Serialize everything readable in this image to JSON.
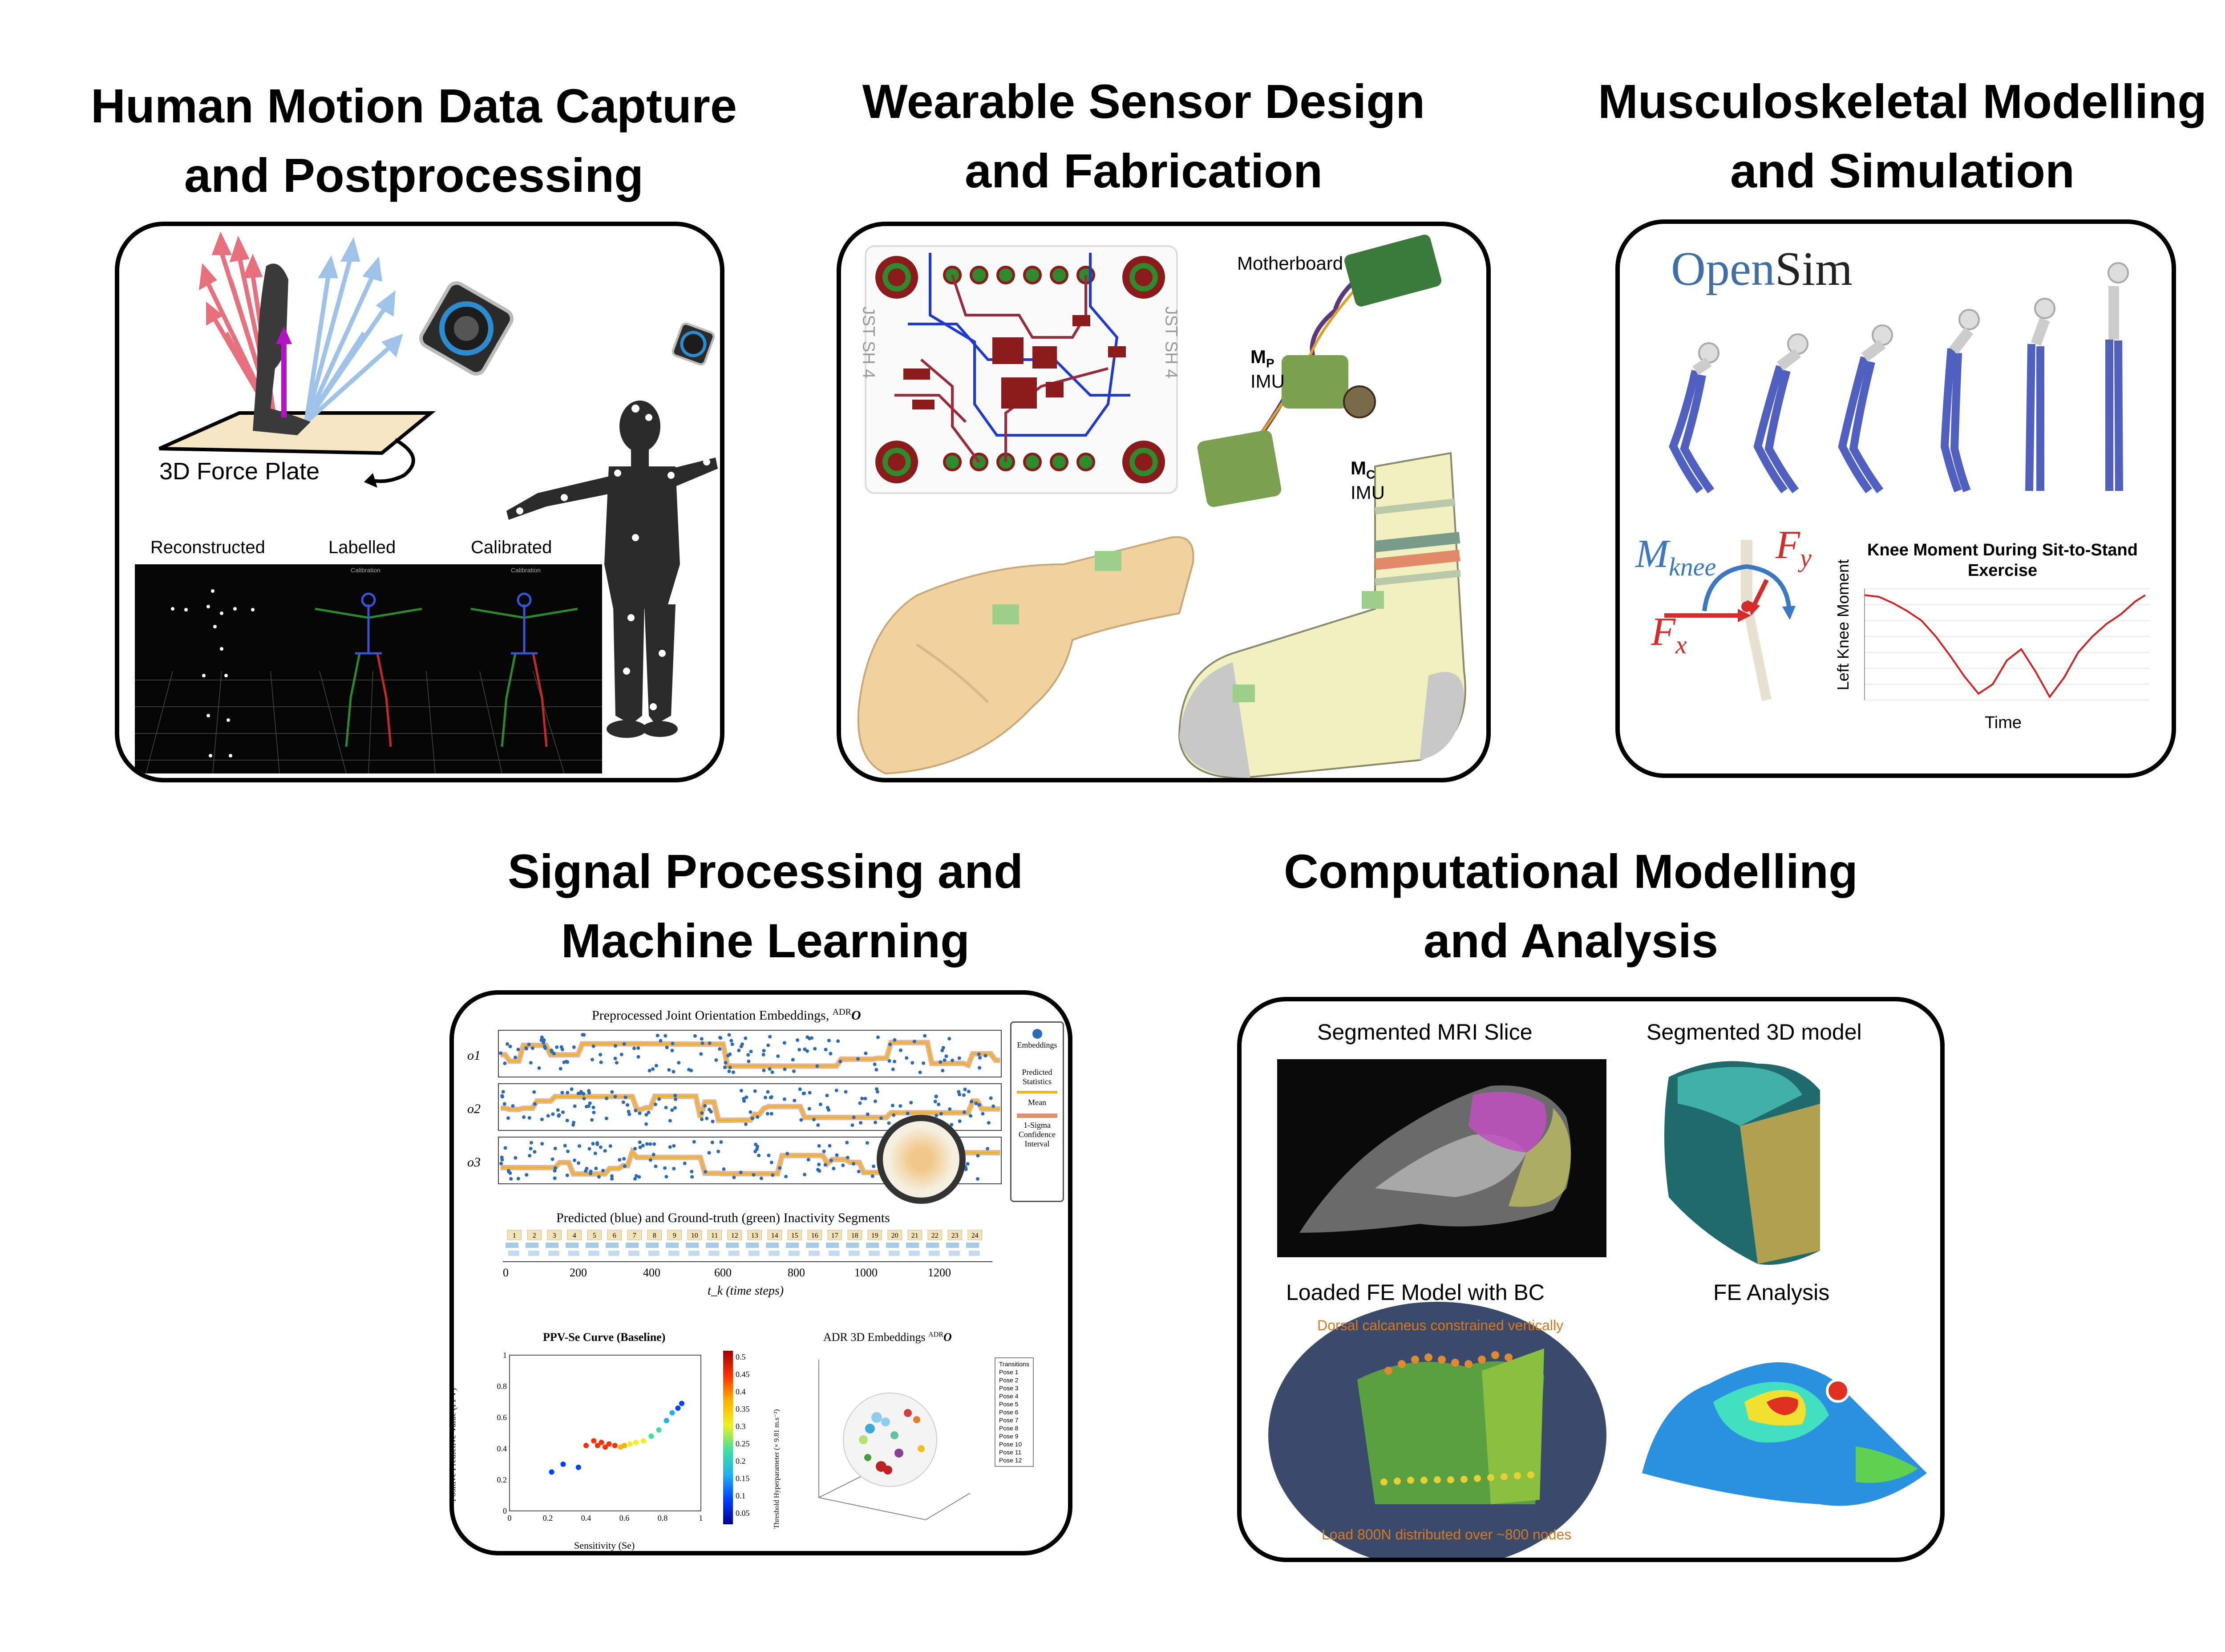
{
  "sections": {
    "motion": {
      "title_l1": "Human Motion Data Capture",
      "title_l2": "and Postprocessing",
      "force_plate": "3D Force Plate",
      "reconstructed": "Reconstructed",
      "labelled": "Labelled",
      "calibrated": "Calibrated",
      "calibration_tag": "Calibration"
    },
    "sensor": {
      "title_l1": "Wearable Sensor Design",
      "title_l2": "and Fabrication",
      "motherboard": "Motherboard",
      "mp": "M",
      "mp_sub": "P",
      "imu": "IMU",
      "mc": "M",
      "mc_sub": "C",
      "jst1": "JST SH 4",
      "jst2": "JST SH 4"
    },
    "musculo": {
      "title_l1": "Musculoskeletal Modelling",
      "title_l2": "and Simulation",
      "opensim_a": "Open",
      "opensim_b": "Sim",
      "m_knee": "M",
      "m_knee_sub": "knee",
      "fy": "F",
      "fy_sub": "y",
      "fx": "F",
      "fx_sub": "x",
      "plot_title_l1": "Knee Moment During Sit-to-Stand",
      "plot_title_l2": "Exercise",
      "plot_ylabel": "Left Knee Moment",
      "plot_xlabel": "Time"
    },
    "signal": {
      "title_l1": "Signal Processing and",
      "title_l2": "Machine Learning",
      "emb_title": "Preprocessed Joint Orientation Embeddings,",
      "emb_title_sup": "ADR",
      "emb_title_sym": "O",
      "o1": "o1",
      "o2": "o2",
      "o3": "o3",
      "legend": {
        "embeddings": "Embeddings",
        "predicted": "Predicted Statistics",
        "mean": "Mean",
        "ci": "1-Sigma Confidence Interval"
      },
      "seg_title": "Predicted (blue) and Ground-truth (green) Inactivity Segments",
      "seg_xlabel": "t_k (time steps)",
      "seg_xticks": [
        "0",
        "200",
        "400",
        "600",
        "800",
        "1000",
        "1200"
      ],
      "seg_numbers": [
        "1",
        "2",
        "3",
        "4",
        "5",
        "6",
        "7",
        "8",
        "9",
        "10",
        "11",
        "12",
        "13",
        "14",
        "15",
        "16",
        "17",
        "18",
        "19",
        "20",
        "21",
        "22",
        "23",
        "24"
      ],
      "ppv_title": "PPV-Se Curve (Baseline)",
      "ppv_ylabel": "Positive Predictive Value (PPV)",
      "ppv_xlabel": "Sensitivity (Se)",
      "ppv_xticks": [
        "0",
        "0.2",
        "0.4",
        "0.6",
        "0.8",
        "1"
      ],
      "ppv_yticks": [
        "0",
        "0.2",
        "0.4",
        "0.6",
        "0.8",
        "1"
      ],
      "colorbar_ticks": [
        "0.5",
        "0.45",
        "0.4",
        "0.35",
        "0.3",
        "0.25",
        "0.2",
        "0.15",
        "0.1",
        "0.05"
      ],
      "colorbar_label": "Threshold Hyperparameter (× 9.81 m.s⁻²)",
      "adr_title": "ADR 3D Embeddings",
      "adr_sup": "ADR",
      "transitions": [
        "Transitions",
        "Pose 1",
        "Pose 2",
        "Pose 3",
        "Pose 4",
        "Pose 5",
        "Pose 6",
        "Pose 7",
        "Pose 8",
        "Pose 9",
        "Pose 10",
        "Pose 11",
        "Pose 12"
      ]
    },
    "comp": {
      "title_l1": "Computational Modelling",
      "title_l2": "and Analysis",
      "mri": "Segmented MRI Slice",
      "model3d": "Segmented 3D model",
      "fe_bc": "Loaded FE Model with BC",
      "fe_analysis": "FE Analysis",
      "dorsal": "Dorsal calcaneus constrained vertically",
      "load": "Load 800N distributed over ~800 nodes"
    }
  },
  "colors": {
    "pink": "#e8707d",
    "blue_arrow": "#9fc3e8",
    "purple": "#b313c4",
    "pcb_red": "#8b1a1a",
    "pcb_green": "#2d8a2d",
    "plot_red": "#d42020",
    "opensim_blue": "#3f6ea8",
    "moment_blue": "#3a78c4",
    "force_red": "#d62b2b",
    "orange_label": "#d9781f"
  },
  "chart_data": [
    {
      "type": "line",
      "title": "Knee Moment During Sit-to-Stand Exercise",
      "xlabel": "Time",
      "ylabel": "Left Knee Moment",
      "xlim": [
        9.75,
        11.75
      ],
      "ylim": [
        -70,
        0
      ],
      "x": [
        9.75,
        9.85,
        9.95,
        10.05,
        10.15,
        10.25,
        10.35,
        10.45,
        10.55,
        10.65,
        10.75,
        10.85,
        10.95,
        11.05,
        11.15,
        11.25,
        11.35,
        11.45,
        11.55,
        11.65,
        11.72
      ],
      "y": [
        -4,
        -5,
        -9,
        -14,
        -20,
        -30,
        -42,
        -55,
        -66,
        -60,
        -45,
        -38,
        -52,
        -68,
        -56,
        -40,
        -30,
        -22,
        -16,
        -8,
        -4
      ]
    },
    {
      "type": "scatter",
      "title": "PPV-Se Curve (Baseline)",
      "xlabel": "Sensitivity (Se)",
      "ylabel": "Positive Predictive Value (PPV)",
      "xlim": [
        0,
        1
      ],
      "ylim": [
        0,
        1
      ],
      "x": [
        0.22,
        0.28,
        0.36,
        0.4,
        0.44,
        0.46,
        0.48,
        0.5,
        0.52,
        0.55,
        0.58,
        0.6,
        0.63,
        0.66,
        0.7,
        0.74,
        0.78,
        0.82,
        0.85,
        0.88,
        0.9
      ],
      "y": [
        0.25,
        0.3,
        0.28,
        0.42,
        0.45,
        0.42,
        0.44,
        0.41,
        0.43,
        0.42,
        0.41,
        0.42,
        0.43,
        0.44,
        0.45,
        0.48,
        0.52,
        0.58,
        0.63,
        0.66,
        0.69
      ],
      "threshold": [
        0.05,
        0.06,
        0.08,
        0.42,
        0.44,
        0.46,
        0.45,
        0.44,
        0.42,
        0.4,
        0.38,
        0.35,
        0.3,
        0.28,
        0.25,
        0.22,
        0.18,
        0.15,
        0.12,
        0.1,
        0.08
      ]
    }
  ]
}
